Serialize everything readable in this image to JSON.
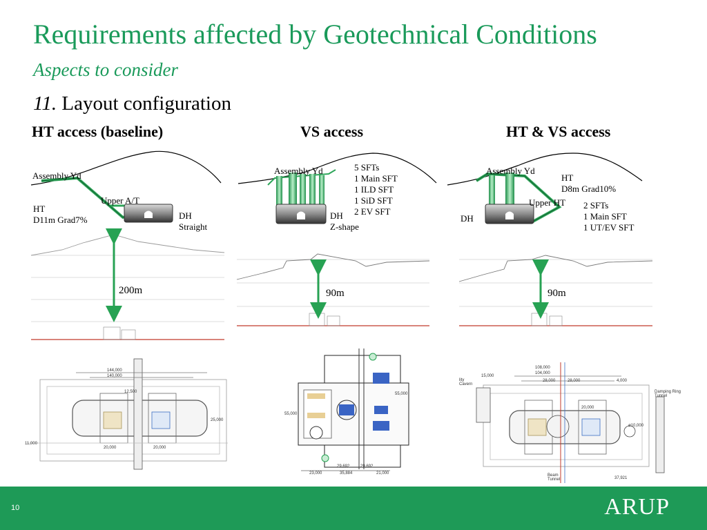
{
  "title": "Requirements affected by Geotechnical Conditions",
  "subtitle": "Aspects to consider",
  "section": {
    "number": "11.",
    "text": "Layout configuration"
  },
  "columns": [
    {
      "heading": "HT access (baseline)",
      "labels": {
        "assembly": "Assembly Yd",
        "upper": "Upper A/T",
        "ht_line1": "HT",
        "ht_line2": "D11m Grad7%",
        "dh_line1": "DH",
        "dh_line2": "Straight"
      },
      "depth": "200m"
    },
    {
      "heading": "VS access",
      "labels": {
        "assembly": "Assembly Yd",
        "sfts": [
          "5  SFTs",
          "1 Main SFT",
          "1 ILD SFT",
          "1 SiD SFT",
          "2 EV SFT"
        ],
        "dh_line1": "DH",
        "dh_line2": "Z-shape"
      },
      "depth": "90m"
    },
    {
      "heading": "HT & VS access",
      "labels": {
        "assembly": "Assembly Yd",
        "ht_line1": "HT",
        "ht_line2": "D8m Grad10%",
        "upper": "Upper HT",
        "sfts": [
          "2  SFTs",
          "1 Main SFT",
          "1 UT/EV SFT"
        ],
        "dh": "DH"
      },
      "depth": "90m"
    }
  ],
  "plan_labels": {
    "col1": [
      "144,000",
      "140,000",
      "12,500",
      "25,000",
      "20,000",
      "20,000",
      "11,000"
    ],
    "col2": [
      "55,000",
      "55,000",
      "23,000",
      "35,884",
      "21,000",
      "29,692",
      "29,692"
    ],
    "col3": [
      "108,000",
      "104,000",
      "28,000",
      "28,000",
      "15,000",
      "4,000",
      "20,000",
      "ø10,000",
      "37,921",
      "lity Cavern",
      "Beam Tunnel",
      "Damping Ring Tunnel"
    ]
  },
  "footer": {
    "page": "10",
    "logo": "ARUP"
  },
  "colors": {
    "accent": "#1a9a5a",
    "footer": "#1e9a57",
    "arrow": "#27a253",
    "redline": "#c0392b"
  }
}
